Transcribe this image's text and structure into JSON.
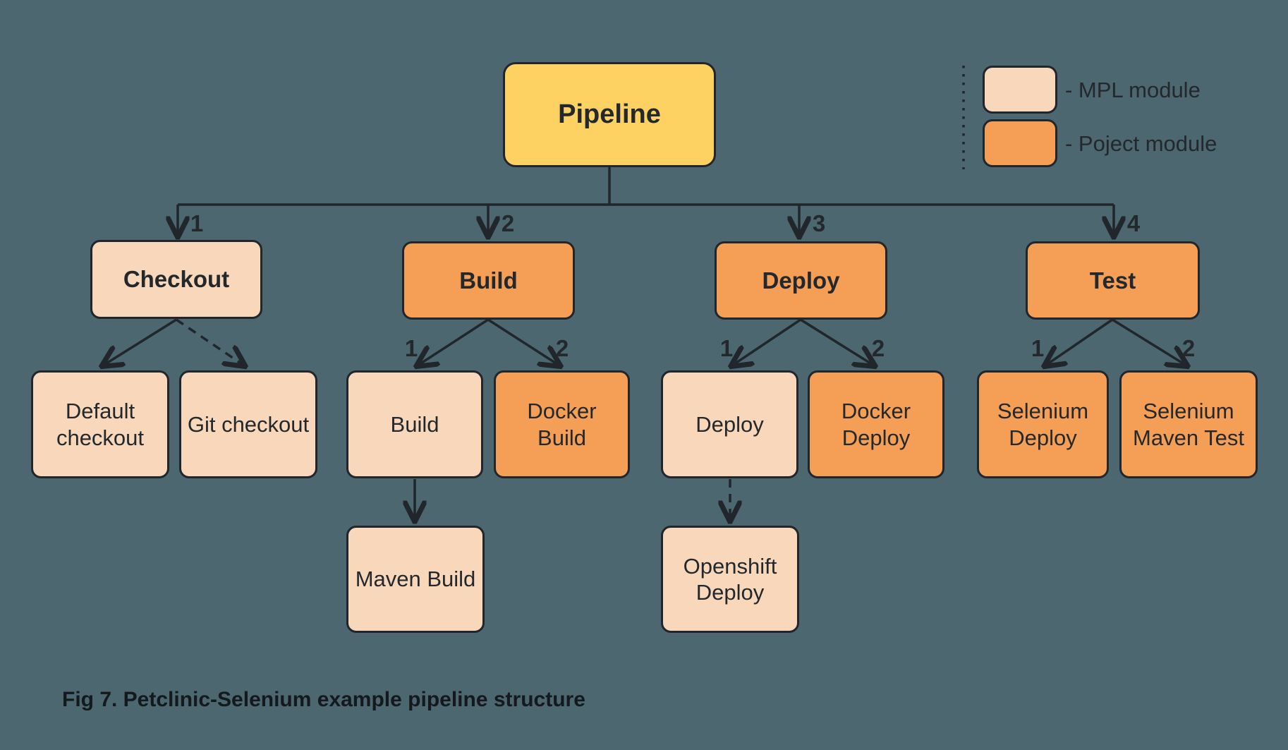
{
  "caption": "Fig 7. Petclinic-Selenium example pipeline structure",
  "colors": {
    "background": "#4c6770",
    "pipeline_fill": "#fdd262",
    "mpl_fill": "#f8d7ba",
    "project_fill": "#f59e56",
    "border": "#20262b",
    "line": "#20262b",
    "text": "#23282c"
  },
  "legend": {
    "items": [
      {
        "type": "mpl",
        "label": "- MPL module"
      },
      {
        "type": "project",
        "label": "- Poject module"
      }
    ]
  },
  "nodes": {
    "pipeline": {
      "label": "Pipeline",
      "type": "pipeline"
    },
    "checkout": {
      "label": "Checkout",
      "type": "mpl",
      "order": "1"
    },
    "build": {
      "label": "Build",
      "type": "project",
      "order": "2"
    },
    "deploy": {
      "label": "Deploy",
      "type": "project",
      "order": "3"
    },
    "test": {
      "label": "Test",
      "type": "project",
      "order": "4"
    },
    "default_checkout": {
      "label": "Default checkout",
      "type": "mpl"
    },
    "git_checkout": {
      "label": "Git checkout",
      "type": "mpl"
    },
    "build_step": {
      "label": "Build",
      "type": "mpl",
      "order": "1"
    },
    "docker_build": {
      "label": "Docker Build",
      "type": "project",
      "order": "2"
    },
    "deploy_step": {
      "label": "Deploy",
      "type": "mpl",
      "order": "1"
    },
    "docker_deploy": {
      "label": "Docker Deploy",
      "type": "project",
      "order": "2"
    },
    "selenium_deploy": {
      "label": "Selenium Deploy",
      "type": "project",
      "order": "1"
    },
    "selenium_maven_test": {
      "label": "Selenium Maven Test",
      "type": "project",
      "order": "2"
    },
    "maven_build": {
      "label": "Maven Build",
      "type": "mpl"
    },
    "openshift_deploy": {
      "label": "Openshift Deploy",
      "type": "mpl"
    }
  }
}
